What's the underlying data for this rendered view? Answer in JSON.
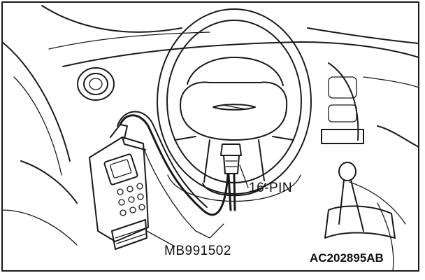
{
  "diagram": {
    "labels": {
      "connector": "16-PIN",
      "tool": "MB991502",
      "figure_code": "AC202895AB"
    },
    "colors": {
      "ink": "#1a1a1a",
      "background": "#ffffff"
    }
  }
}
